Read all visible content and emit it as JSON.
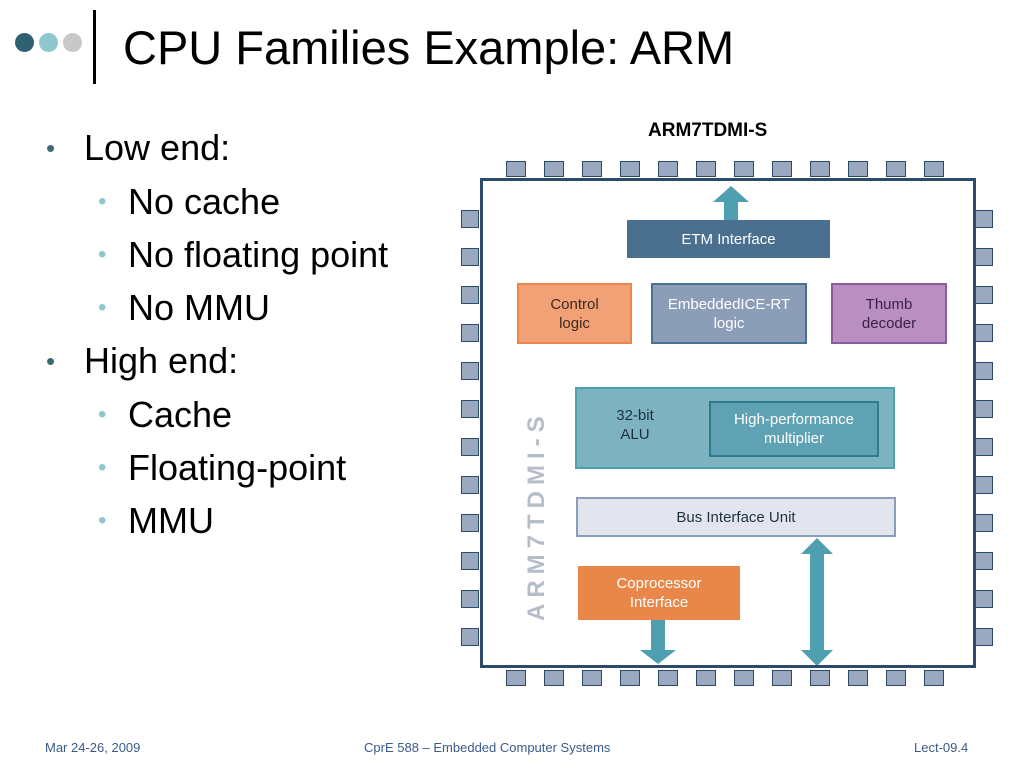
{
  "slide": {
    "title": "CPU Families Example: ARM",
    "bullets": [
      {
        "text": "Low end:",
        "children": [
          "No cache",
          "No floating point",
          "No MMU"
        ]
      },
      {
        "text": "High end:",
        "children": [
          "Cache",
          "Floating-point",
          "MMU"
        ]
      }
    ]
  },
  "diagram": {
    "title": "ARM7TDMI-S",
    "vertical_label": "ARM7TDMI-S",
    "blocks": {
      "etm": "ETM Interface",
      "control_1": "Control",
      "control_2": "logic",
      "ice_1": "EmbeddedICE-RT",
      "ice_2": "logic",
      "thumb_1": "Thumb",
      "thumb_2": "decoder",
      "alu_1": "32-bit",
      "alu_2": "ALU",
      "mult_1": "High-performance",
      "mult_2": "multiplier",
      "biu": "Bus Interface Unit",
      "cop_1": "Coprocessor",
      "cop_2": "Interface"
    },
    "colors": {
      "etm": "#4a6f8f",
      "control": "#f1a175",
      "ice": "#8c9db7",
      "thumb": "#b98fc2",
      "alu": "#7db3c0",
      "mult": "#5ea2b3",
      "biu": "#e2e5ee",
      "cop": "#e9874a",
      "arrow": "#4e9fb0",
      "pin": "#9aa9bf",
      "border": "#2c4b6b"
    }
  },
  "footer": {
    "date": "Mar 24-26, 2009",
    "course": "CprE 588 – Embedded Computer Systems",
    "lecture": "Lect-09.4"
  },
  "theme": {
    "dots": [
      "#2e6070",
      "#8fc6cf",
      "#c8c8c8"
    ]
  }
}
